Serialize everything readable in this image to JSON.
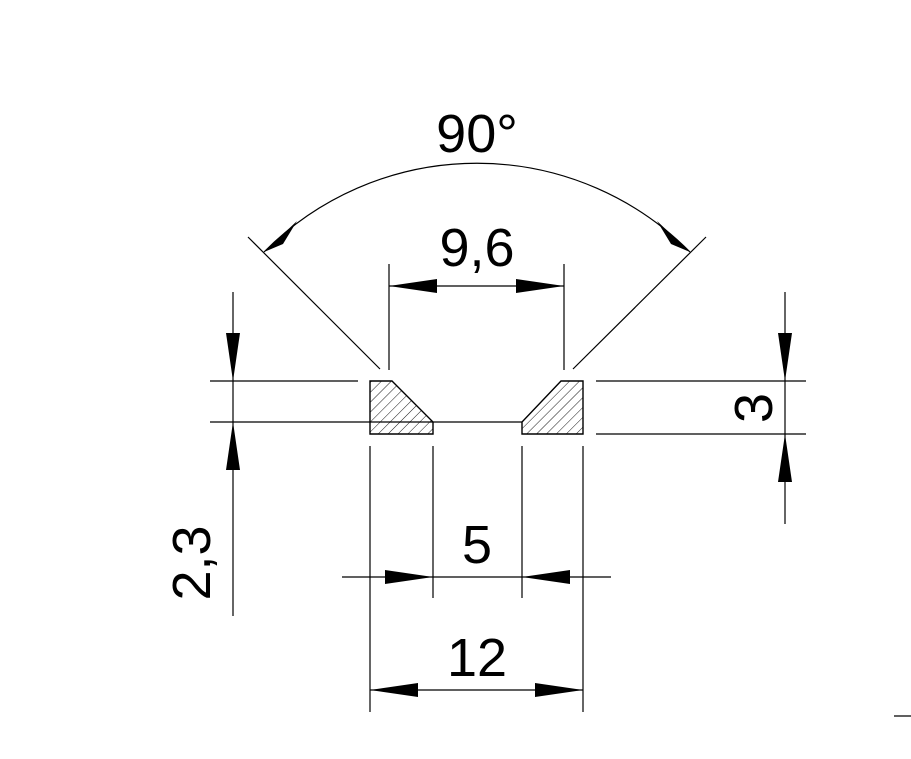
{
  "drawing": {
    "colors": {
      "line": "#000000",
      "background": "#ffffff"
    },
    "dimensions": {
      "angle": {
        "label": "90°",
        "value": 90
      },
      "top_width": {
        "label": "9,6",
        "value": 9.6
      },
      "slot_width": {
        "label": "5",
        "value": 5
      },
      "overall_width": {
        "label": "12",
        "value": 12
      },
      "thickness": {
        "label": "3",
        "value": 3
      },
      "countersink_depth": {
        "label": "2,3",
        "value": 2.3
      }
    }
  }
}
